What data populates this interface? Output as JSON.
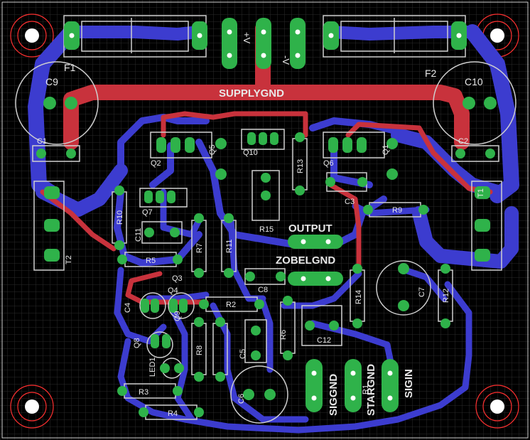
{
  "colors": {
    "background": "#000000",
    "grid": "#2a2a2a",
    "top_copper": "#c8323c",
    "bottom_copper": "#3c3ccf",
    "pad": "#2fb24a",
    "silkscreen": "#cfcfcf",
    "hole": "#ffffff",
    "mount_hole": "#ff3030"
  },
  "net_labels": {
    "supplygnd": "SUPPLYGND",
    "output": "OUTPUT",
    "zobelgnd": "ZOBELGND",
    "siggnd": "SIGGND",
    "stargnd": "STARGND",
    "sigin": "SIGIN"
  },
  "rail_labels": {
    "pos": "+V",
    "neg": "-V"
  },
  "components": {
    "f1": "F1",
    "f2": "F2",
    "c1": "C1",
    "c2": "C2",
    "c3": "C3",
    "c4": "C4",
    "c5": "C5",
    "c6": "C6",
    "c7": "C7",
    "c8": "C8",
    "c9": "C9",
    "c10": "C10",
    "c11": "C11",
    "c12": "C12",
    "q1": "Q1",
    "q2": "Q2",
    "q3": "Q3",
    "q4": "Q4",
    "q5": "Q5",
    "q6": "Q6",
    "q7": "Q7",
    "q8": "Q8",
    "q9": "Q9",
    "q10": "Q10",
    "r1": "R1",
    "r2": "R2",
    "r3": "R3",
    "r4": "R4",
    "r5": "R5",
    "r6": "R6",
    "r7": "R7",
    "r8": "R8",
    "r9": "R9",
    "r10": "R10",
    "r11": "R11",
    "r12": "R12",
    "r13": "R13",
    "r14": "R14",
    "r15": "R15",
    "t1": "T1",
    "t2": "T2",
    "led1": "LED1"
  }
}
